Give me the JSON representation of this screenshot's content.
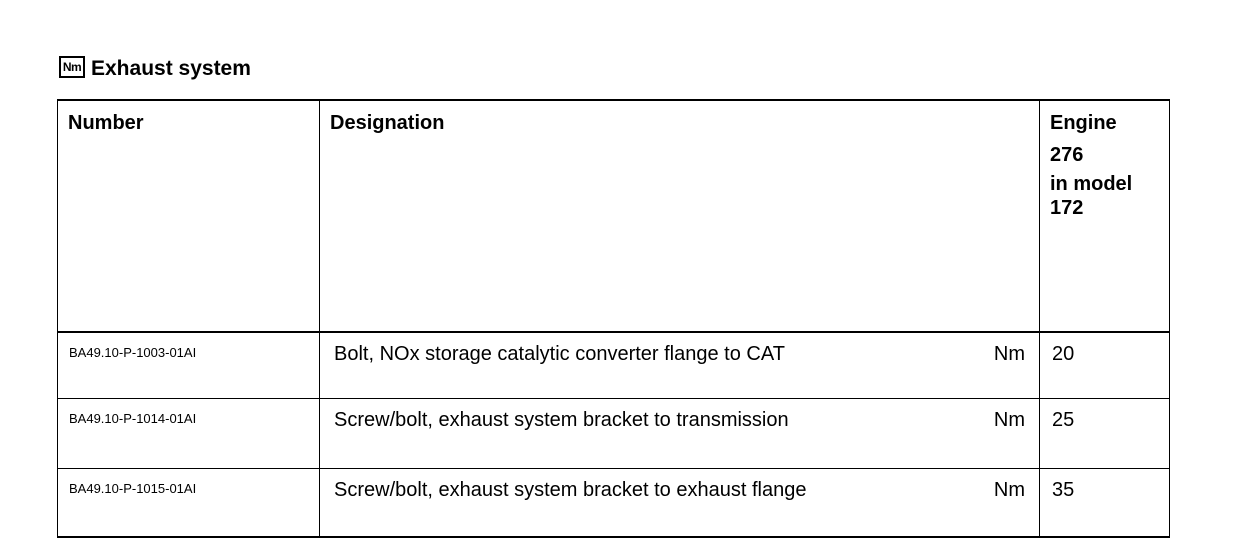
{
  "section": {
    "icon": "Nm",
    "title": "Exhaust system"
  },
  "table": {
    "headers": {
      "number": "Number",
      "designation": "Designation",
      "engine": [
        "Engine",
        "276",
        "in model",
        "172"
      ]
    },
    "rows": [
      {
        "number": "BA49.10-P-1003-01AI",
        "designation": "Bolt, NOx storage catalytic converter flange to CAT",
        "unit": "Nm",
        "value": "20"
      },
      {
        "number": "BA49.10-P-1014-01AI",
        "designation": "Screw/bolt, exhaust system bracket to transmission",
        "unit": "Nm",
        "value": "25"
      },
      {
        "number": "BA49.10-P-1015-01AI",
        "designation": "Screw/bolt, exhaust system bracket to exhaust flange",
        "unit": "Nm",
        "value": "35"
      }
    ]
  }
}
